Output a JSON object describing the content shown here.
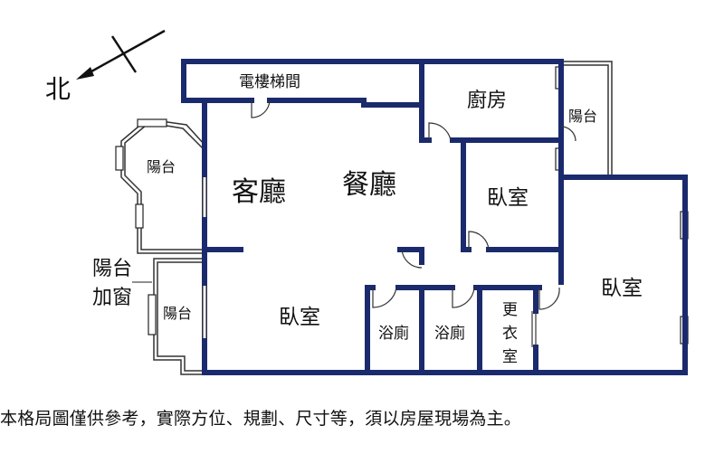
{
  "compass": {
    "north_label": "北"
  },
  "rooms": {
    "elevator_stair": "電樓梯間",
    "kitchen": "廚房",
    "balcony_top_right": "陽台",
    "balcony_left": "陽台",
    "living_room": "客廳",
    "dining_room": "餐廳",
    "bedroom_middle": "臥室",
    "bedroom_right": "臥室",
    "bedroom_bottom": "臥室",
    "enclosed_balcony_note_line1": "陽台",
    "enclosed_balcony_note_line2": "加窗",
    "balcony_bottom_left": "陽台",
    "bathroom_1": "浴廁",
    "bathroom_2": "浴廁",
    "dressing_room_line1": "更",
    "dressing_room_line2": "衣",
    "dressing_room_line3": "室"
  },
  "disclaimer": "本格局圖僅供參考，實際方位、規劃、尺寸等，須以房屋現場為主。",
  "colors": {
    "wall": "#1a2a6c",
    "outline": "#333333",
    "text": "#111111"
  }
}
